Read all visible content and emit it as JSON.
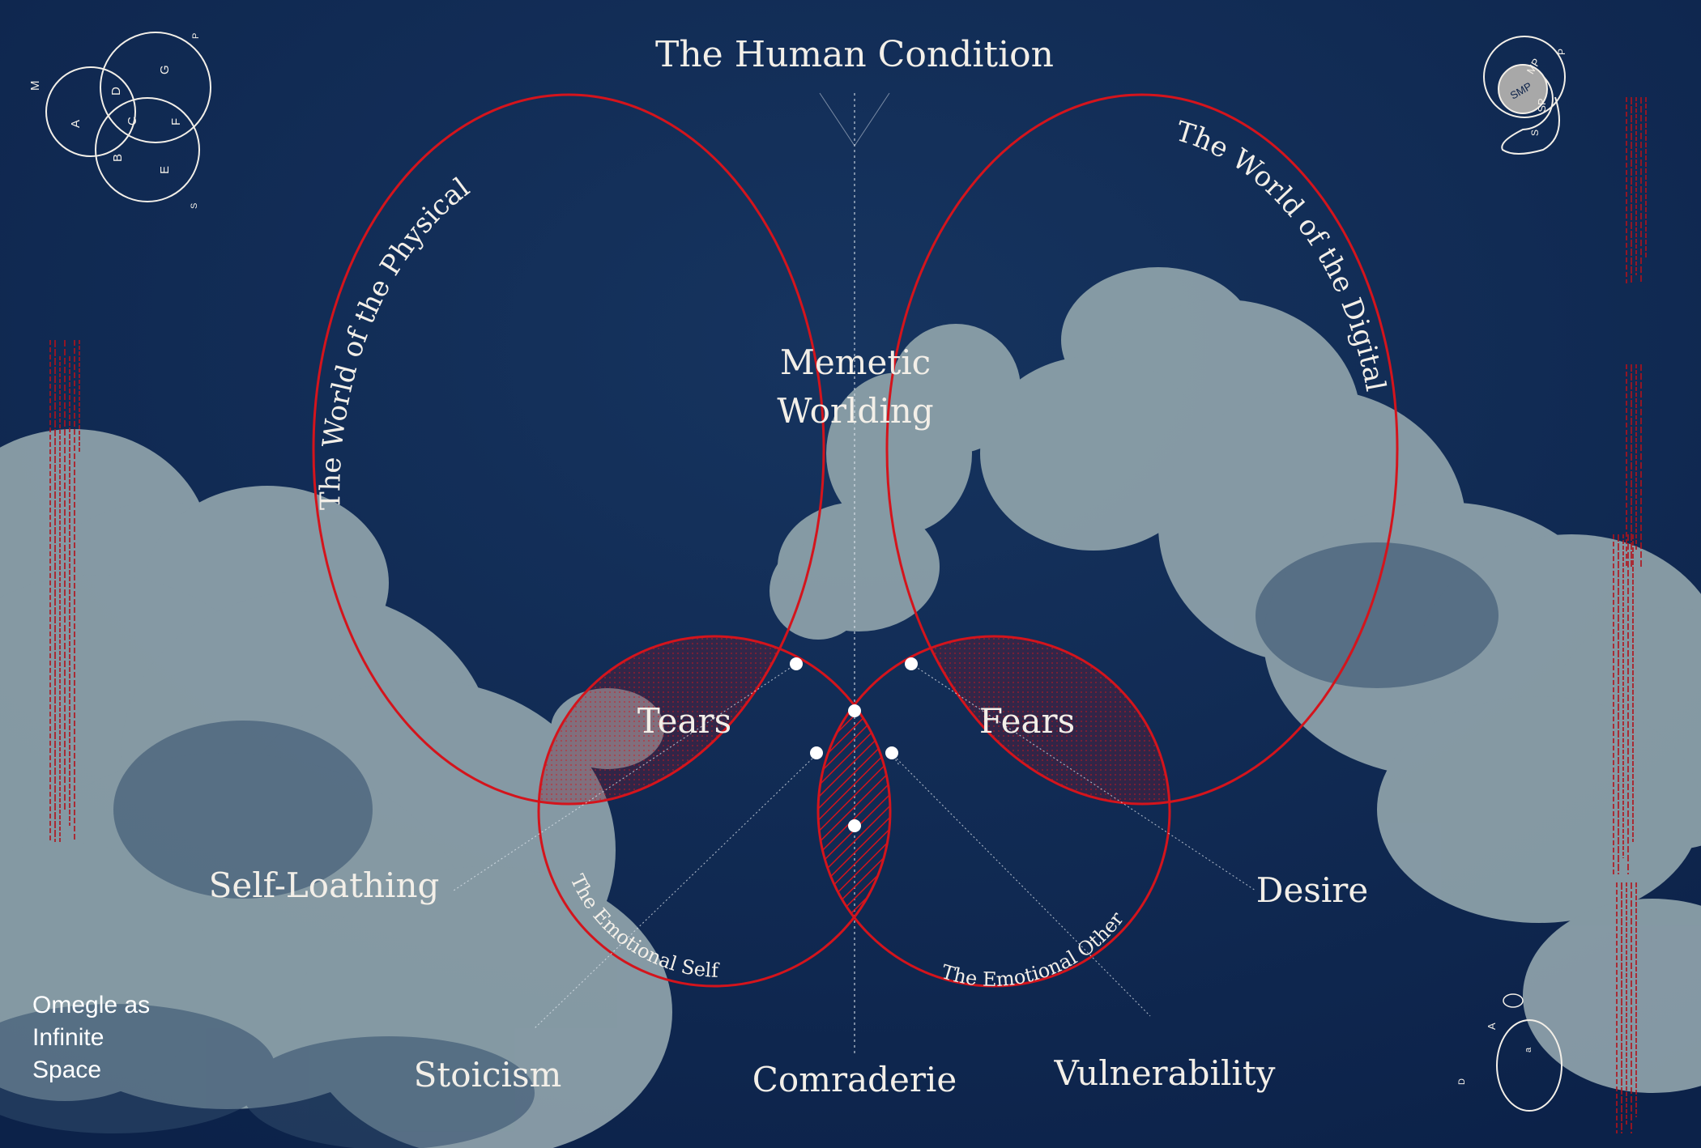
{
  "poster": {
    "top_title": "The Human Condition",
    "corner_title": "Omegle as\nInfinite\nSpace"
  },
  "circles": {
    "physical": "The World of the Physical",
    "digital": "The World of the Digital",
    "emotional_self": "The Emotional Self",
    "emotional_other": "The Emotional Other"
  },
  "intersections": {
    "memetic_line1": "Memetic",
    "memetic_line2": "Worlding",
    "tears": "Tears",
    "fears": "Fears"
  },
  "outer_labels": {
    "self_loathing": "Self-Loathing",
    "desire": "Desire",
    "stoicism": "Stoicism",
    "comraderie": "Comraderie",
    "vulnerability": "Vulnerability"
  },
  "corner_diagram_tl": {
    "letters": [
      "M",
      "A",
      "D",
      "G",
      "B",
      "C",
      "F",
      "E",
      "S",
      "P"
    ]
  },
  "corner_diagram_tr": {
    "mp": "MP",
    "smp": "SMP",
    "sp": "SP",
    "s": "S",
    "p": "P"
  },
  "corner_diagram_br": {
    "a": "A",
    "a_small": "a",
    "d": "D"
  },
  "colors": {
    "background": "#10284f",
    "accent_red": "#d4141c",
    "cloud": "#8fa3ab",
    "text": "#f3efe8"
  }
}
